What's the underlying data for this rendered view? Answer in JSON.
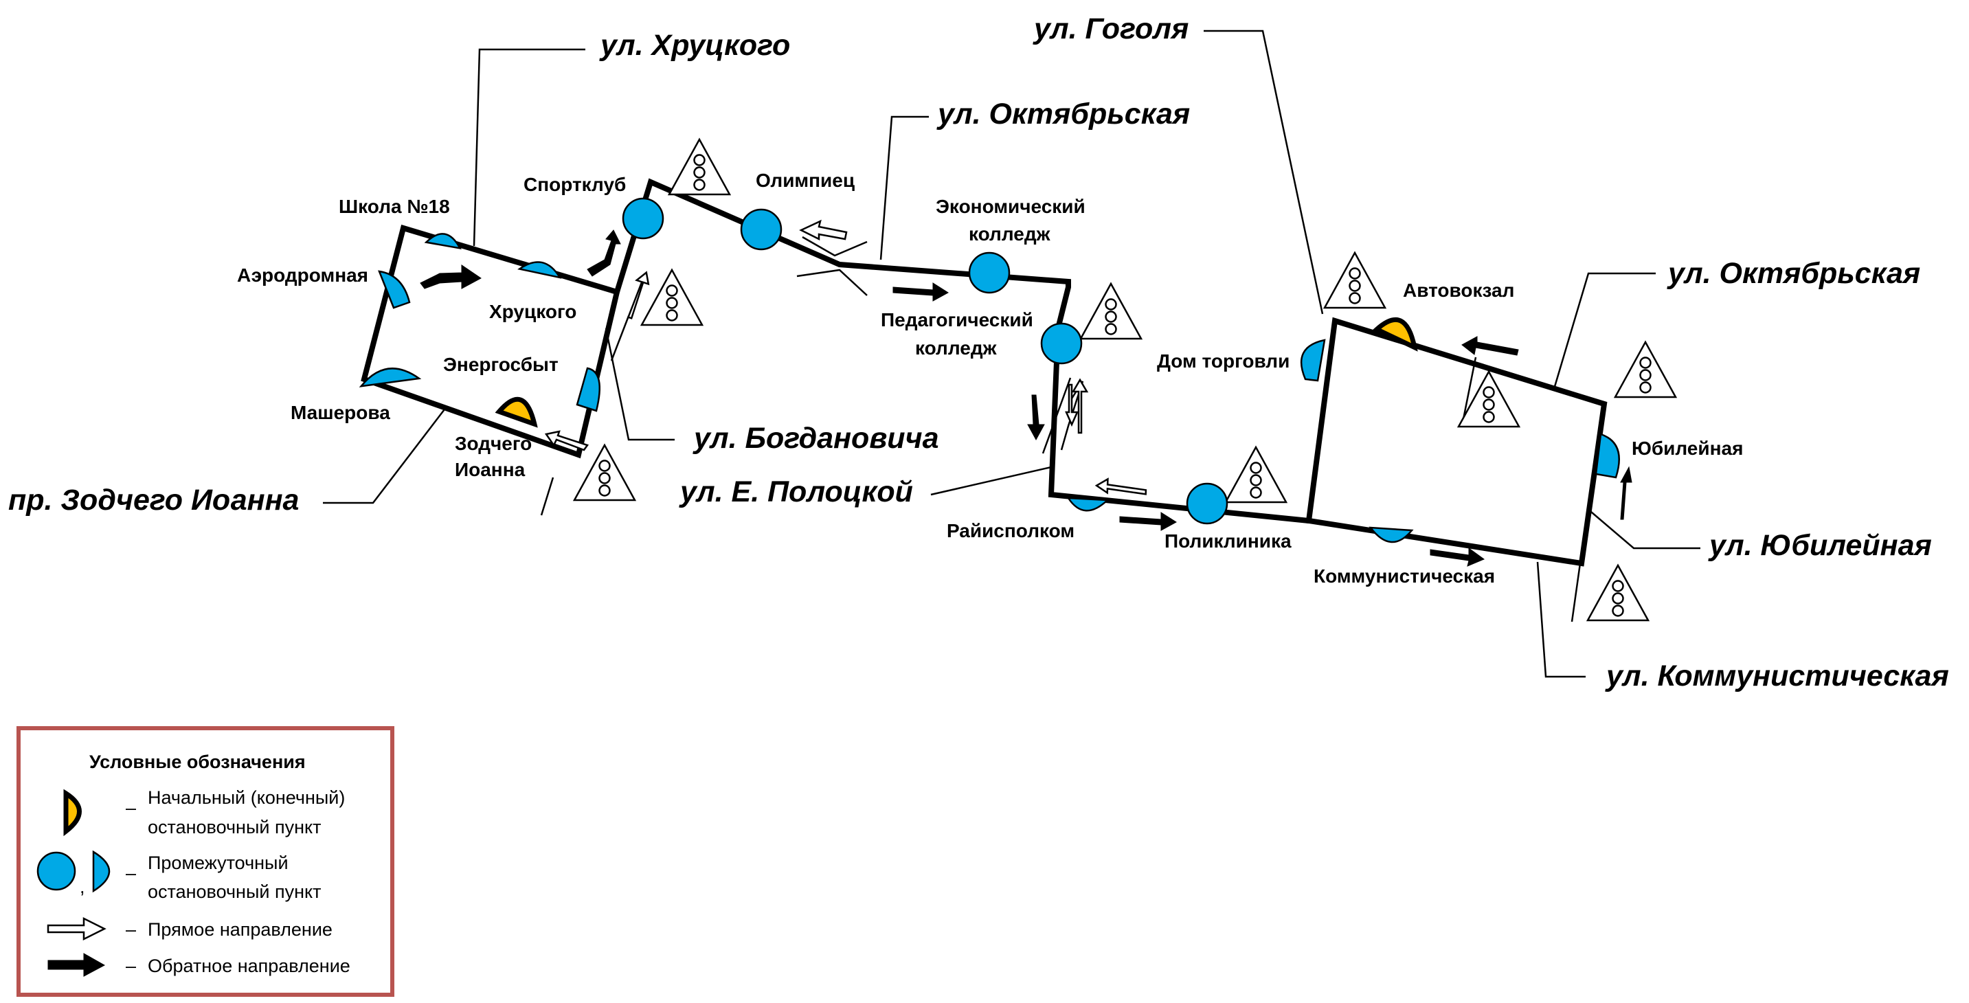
{
  "streets": {
    "khrutskogo": "ул. Хруцкого",
    "oktyabrskaya_1": "ул. Октябрьская",
    "gogolya": "ул. Гоголя",
    "oktyabrskaya_2": "ул. Октябрьская",
    "bogdanovicha": "ул. Богдановича",
    "zodchego_ioanna": "пр. Зодчего Иоанна",
    "e_polotskoy": "ул. Е. Полоцкой",
    "yubileynaya": "ул. Юбилейная",
    "kommunisticheskaya": "ул. Коммунистическая"
  },
  "stops": {
    "shkola18": "Школа №18",
    "aerodromnaya": "Аэродромная",
    "khrutskogo": "Хруцкого",
    "energosbyt": "Энергосбыт",
    "masherova": "Машерова",
    "zodchego_line1": "Зодчего",
    "zodchego_line2": "Иоанна",
    "sportklub": "Спортклуб",
    "olimpiets": "Олимпиец",
    "ekonom_line1": "Экономический",
    "ekonom_line2": "колледж",
    "pedagog_line1": "Педагогический",
    "pedagog_line2": "колледж",
    "dom_torgovli": "Дом торговли",
    "avtovokzal": "Автовокзал",
    "yubileynaya": "Юбилейная",
    "rayispolkom": "Райисполком",
    "poliklinika": "Поликлиника",
    "kommunisticheskaya": "Коммунистическая"
  },
  "legend": {
    "title": "Условные обозначения",
    "terminal_line1": "Начальный (конечный)",
    "terminal_line2": "остановочный пункт",
    "intermediate_line1": "Промежуточный",
    "intermediate_line2": "остановочный пункт",
    "forward": "Прямое направление",
    "backward": "Обратное направление",
    "dash": "–",
    "comma": ","
  },
  "colors": {
    "intermediate_stop": "#00a9e6",
    "terminal_stop": "#ffc000",
    "legend_border": "#b85450"
  },
  "icons": {
    "traffic_light": "traffic-light-icon",
    "forward_arrow": "hollow-arrow-icon",
    "backward_arrow": "filled-arrow-icon"
  }
}
